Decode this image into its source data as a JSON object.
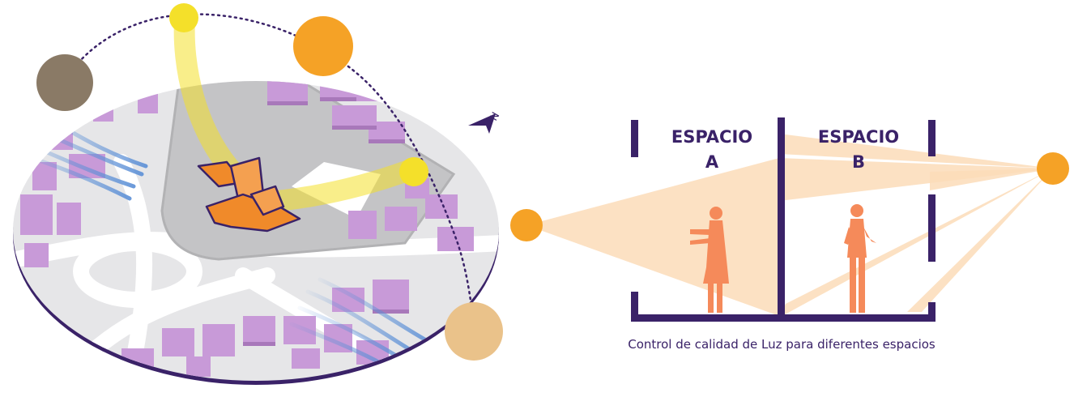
{
  "site_map": {
    "north_symbol": "N",
    "colors": {
      "building": "#c89ad8",
      "site_building": "#f08a2a",
      "sun_path": "#3a2268",
      "wind": "#5b8fd6",
      "ground": "#e6e6e8"
    },
    "suns": [
      {
        "name": "morning",
        "color": "#8a7a66"
      },
      {
        "name": "noon-small",
        "color": "#f4e02a"
      },
      {
        "name": "noon-large",
        "color": "#f5a226"
      },
      {
        "name": "afternoon",
        "color": "#f4e02a"
      },
      {
        "name": "evening",
        "color": "#eac28a"
      }
    ]
  },
  "section": {
    "space_a": {
      "line1": "ESPACIO",
      "line2": "A"
    },
    "space_b": {
      "line1": "ESPACIO",
      "line2": "B"
    },
    "caption": "Control de calidad de Luz para diferentes espacios",
    "colors": {
      "wall": "#3a2268",
      "light": "#fbdcb8",
      "sun": "#f5a226",
      "person": "#f58a5a"
    }
  }
}
